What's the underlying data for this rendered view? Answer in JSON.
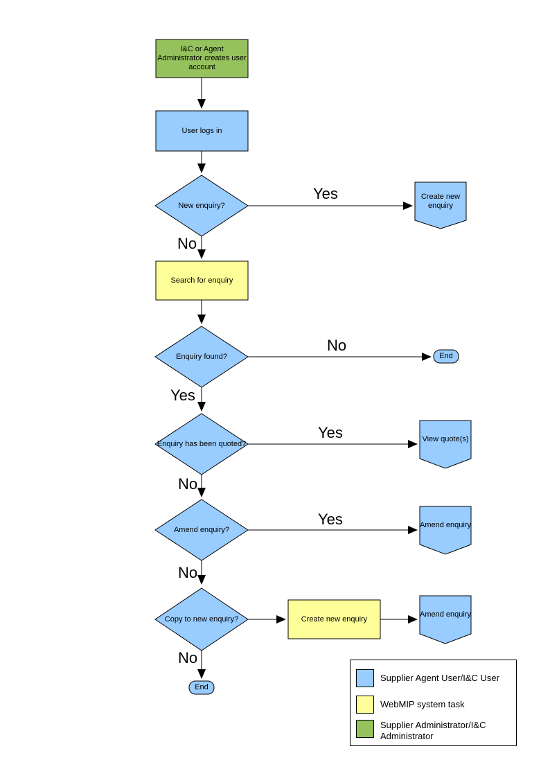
{
  "diagram": {
    "nodes": {
      "admin_creates_account": {
        "label": "I&C or Agent Administrator creates user account",
        "shape": "rectangle",
        "color": "#95C25C"
      },
      "user_logs_in": {
        "label": "User logs in",
        "shape": "rectangle",
        "color": "#99CCFF"
      },
      "new_enquiry": {
        "label": "New enquiry?",
        "shape": "diamond",
        "color": "#99CCFF"
      },
      "create_new_enquiry_top": {
        "label": "Create new enquiry",
        "shape": "off-page-connector",
        "color": "#99CCFF"
      },
      "search_for_enquiry": {
        "label": "Search for enquiry",
        "shape": "rectangle",
        "color": "#FFFF99"
      },
      "enquiry_found": {
        "label": "Enquiry found?",
        "shape": "diamond",
        "color": "#99CCFF"
      },
      "end_right": {
        "label": "End",
        "shape": "terminator",
        "color": "#99CCFF"
      },
      "enquiry_quoted": {
        "label": "Enquiry has been quoted?",
        "shape": "diamond",
        "color": "#99CCFF"
      },
      "view_quotes": {
        "label": "View quote(s)",
        "shape": "off-page-connector",
        "color": "#99CCFF"
      },
      "amend_enquiry_q": {
        "label": "Amend enquiry?",
        "shape": "diamond",
        "color": "#99CCFF"
      },
      "amend_enquiry_1": {
        "label": "Amend enquiry",
        "shape": "off-page-connector",
        "color": "#99CCFF"
      },
      "copy_to_new_enquiry": {
        "label": "Copy to new enquiry?",
        "shape": "diamond",
        "color": "#99CCFF"
      },
      "create_new_enquiry_mid": {
        "label": "Create new enquiry",
        "shape": "rectangle",
        "color": "#FFFF99"
      },
      "amend_enquiry_2": {
        "label": "Amend enquiry",
        "shape": "off-page-connector",
        "color": "#99CCFF"
      },
      "end_bottom": {
        "label": "End",
        "shape": "terminator",
        "color": "#99CCFF"
      }
    },
    "edge_labels": {
      "yes_new_enquiry": "Yes",
      "no_new_enquiry": "No",
      "no_enquiry_found": "No",
      "yes_enquiry_found": "Yes",
      "yes_enquiry_quoted": "Yes",
      "no_enquiry_quoted": "No",
      "yes_amend_enquiry": "Yes",
      "no_amend_enquiry": "No",
      "no_copy_to_new": "No"
    },
    "legend": {
      "items": [
        {
          "color": "#99CCFF",
          "label": "Supplier Agent User/I&C User"
        },
        {
          "color": "#FFFF99",
          "label": "WebMIP system task"
        },
        {
          "color": "#95C25C",
          "label": "Supplier Administrator/I&C Administrator"
        }
      ]
    },
    "colors": {
      "user_task": "#99CCFF",
      "system_task": "#FFFF99",
      "admin_task": "#95C25C",
      "outline": "#000000"
    }
  }
}
